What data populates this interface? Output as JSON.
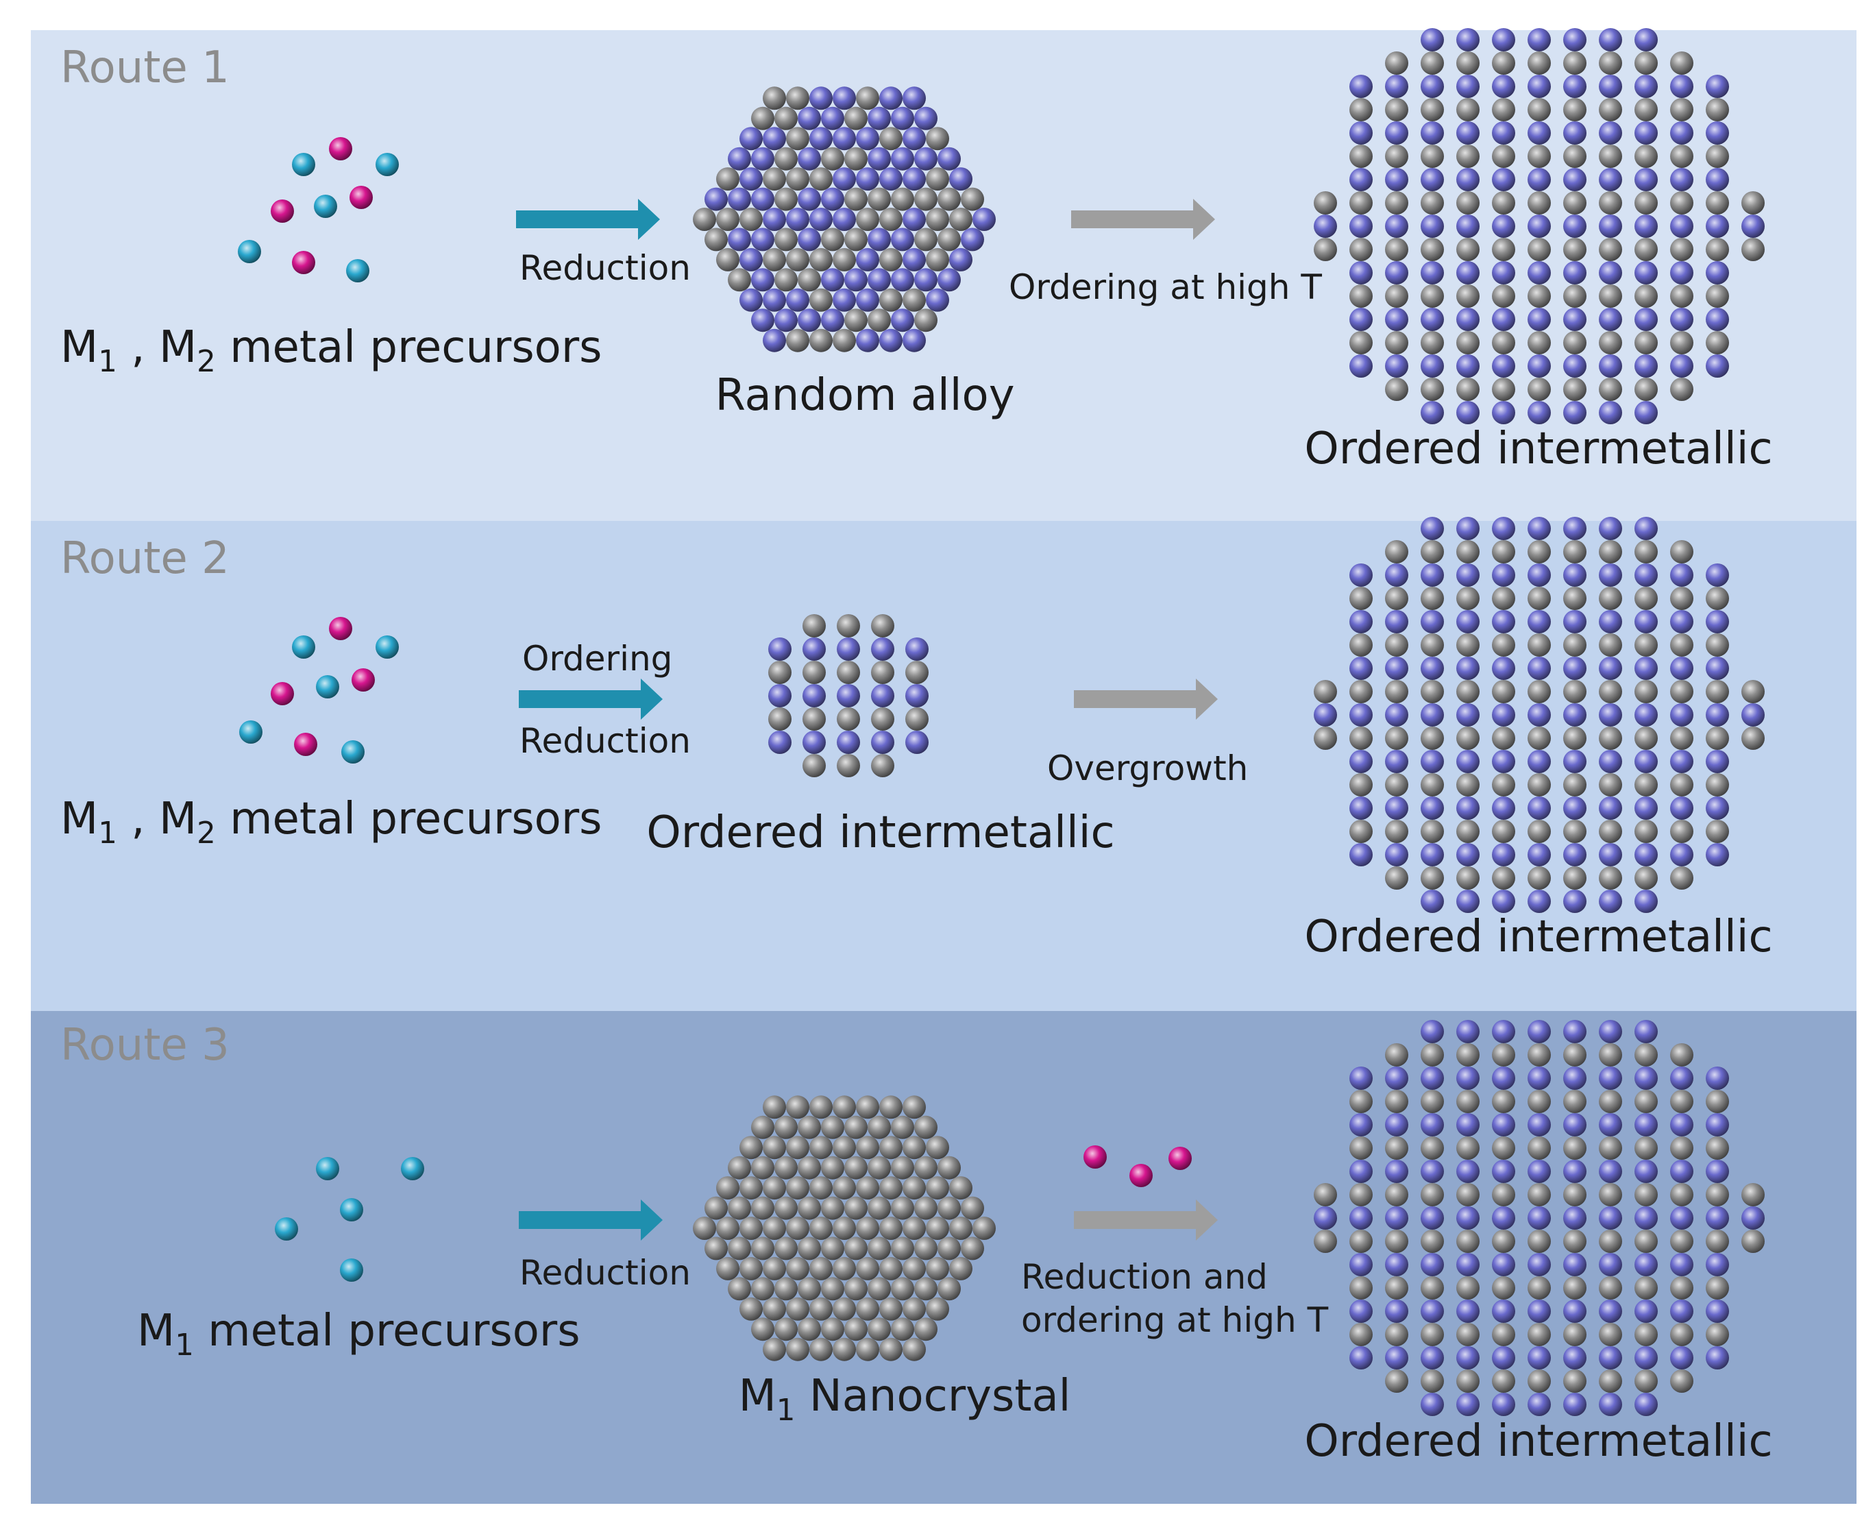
{
  "routes": [
    {
      "title": "Route 1",
      "precursor": {
        "prefix": "M",
        "sub1": "1",
        "sep": " , M",
        "sub2": "2",
        "suffix": " metal precursors"
      },
      "step1_top": "",
      "step1_bottom": "Reduction",
      "intermediate": {
        "prefix": "Random alloy",
        "sub": "",
        "suffix": ""
      },
      "step2_lines": [
        "Ordering at high T"
      ],
      "product": "Ordered intermetallic"
    },
    {
      "title": "Route 2",
      "precursor": {
        "prefix": "M",
        "sub1": "1",
        "sep": " , M",
        "sub2": "2",
        "suffix": " metal precursors"
      },
      "step1_top": "Ordering",
      "step1_bottom": "Reduction",
      "intermediate": {
        "prefix": "Ordered intermetallic",
        "sub": "",
        "suffix": ""
      },
      "step2_lines": [
        "Overgrowth"
      ],
      "product": "Ordered intermetallic"
    },
    {
      "title": "Route 3",
      "precursor": {
        "prefix": "M",
        "sub1": "1",
        "sep": "",
        "sub2": "",
        "suffix": " metal precursors"
      },
      "step1_top": "",
      "step1_bottom": "Reduction",
      "intermediate": {
        "prefix": "M",
        "sub": "1",
        "suffix": " Nanocrystal"
      },
      "step2_lines": [
        "Reduction and",
        "ordering at high T"
      ],
      "product": "Ordered intermetallic"
    }
  ],
  "colors": {
    "metal1_atom": "#2aa8cf",
    "metal2_atom": "#d6168f",
    "ordered_atom_a": "#6a6acd",
    "ordered_atom_b": "#8e8e8e",
    "reduction_arrow": "#1f8fae",
    "ordering_arrow": "#9e9e9e"
  }
}
